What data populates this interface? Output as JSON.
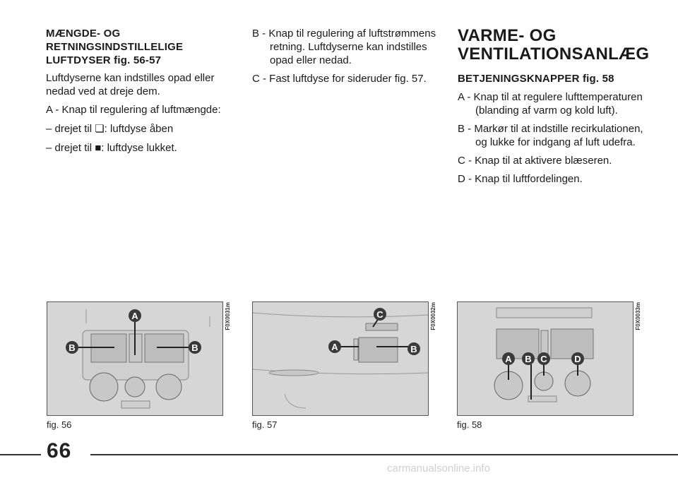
{
  "col1": {
    "heading": "MÆNGDE- OG RETNINGSINDSTILLELIGE LUFTDYSER fig. 56-57",
    "intro": "Luftdyserne kan indstilles opad eller nedad ved at dreje dem.",
    "item_a": "A - Knap til regulering af luftmængde:",
    "line_open": "– drejet til ❏: luftdyse åben",
    "line_closed": "– drejet til ■: luftdyse lukket."
  },
  "col2": {
    "item_b": "B - Knap til regulering af luftstrømmens retning. Luftdyserne kan indstilles opad eller nedad.",
    "item_c": "C - Fast luftdyse for sideruder fig. 57."
  },
  "col3": {
    "title": "VARME- OG VENTILATIONSANLÆG",
    "subheading": "BETJENINGSKNAPPER fig. 58",
    "item_a": "A - Knap til at regulere lufttemperaturen (blanding af varm og kold luft).",
    "item_b": "B - Markør til at indstille recirkulationen, og lukke for indgang af luft udefra.",
    "item_c": "C - Knap til at aktivere blæseren.",
    "item_d": "D - Knap til luftfordelingen."
  },
  "figures": [
    {
      "caption": "fig. 56",
      "code": "F0X0031m",
      "labels": [
        "A",
        "B",
        "B"
      ]
    },
    {
      "caption": "fig. 57",
      "code": "F0X0032m",
      "labels": [
        "C",
        "A",
        "B"
      ]
    },
    {
      "caption": "fig. 58",
      "code": "F0X0033m",
      "labels": [
        "A",
        "B",
        "C",
        "D"
      ]
    }
  ],
  "page_number": "66",
  "watermark": "carmanualsonline.info"
}
